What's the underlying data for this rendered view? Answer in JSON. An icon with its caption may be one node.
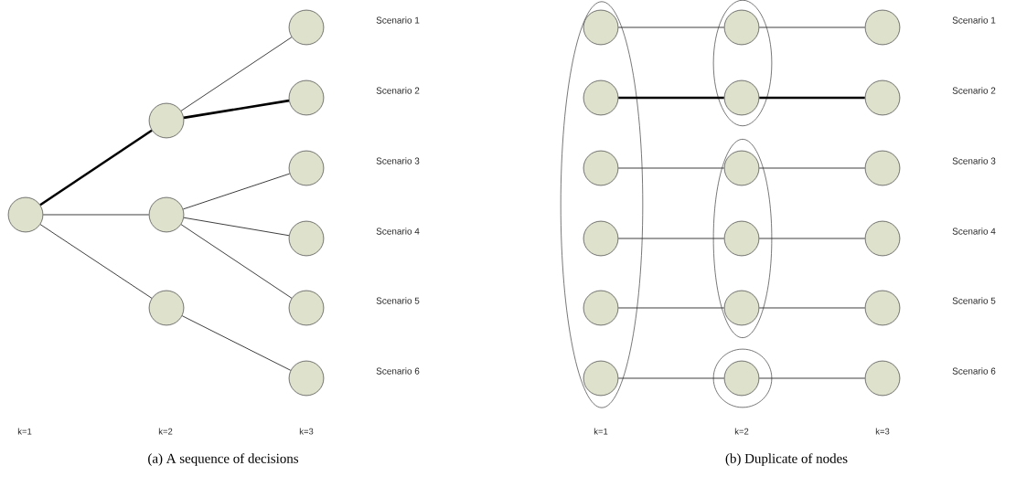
{
  "diagram": {
    "nodes": [
      {
        "text": [],
        "shape": "circle"
      },
      {
        "text": [],
        "shape": "circle"
      },
      {
        "text": [],
        "shape": "circle"
      },
      {
        "text": [],
        "shape": "circle"
      },
      {
        "text": [],
        "shape": "circle"
      },
      {
        "text": [],
        "shape": "circle"
      },
      {
        "text": [],
        "shape": "circle"
      },
      {
        "text": [],
        "shape": "circle"
      },
      {
        "text": [],
        "shape": "circle"
      },
      {
        "text": [],
        "shape": "circle"
      },
      {
        "text": [],
        "shape": "ellipse"
      },
      {
        "text": [],
        "shape": "circle",
        "in": 10
      },
      {
        "text": [],
        "shape": "circle",
        "in": 10
      },
      {
        "text": [],
        "shape": "circle",
        "in": 10
      },
      {
        "text": [],
        "shape": "circle",
        "in": 10
      },
      {
        "text": [],
        "shape": "circle",
        "in": 10
      },
      {
        "text": [],
        "shape": "circle",
        "in": 10
      },
      {
        "text": [],
        "shape": "ellipse"
      },
      {
        "text": [],
        "shape": "circle",
        "in": 17
      },
      {
        "text": [],
        "shape": "circle",
        "in": 17
      },
      {
        "text": [],
        "shape": "ellipse"
      },
      {
        "text": [],
        "shape": "circle",
        "in": 20
      },
      {
        "text": [],
        "shape": "circle",
        "in": 20
      },
      {
        "text": [],
        "shape": "circle",
        "in": 20
      },
      {
        "text": [],
        "shape": "circle"
      },
      {
        "text": [],
        "shape": "circle",
        "in": 24
      },
      {
        "text": [],
        "shape": "circle"
      },
      {
        "text": [],
        "shape": "circle"
      },
      {
        "text": [],
        "shape": "circle"
      },
      {
        "text": [],
        "shape": "circle"
      },
      {
        "text": [],
        "shape": "circle"
      },
      {
        "text": [],
        "shape": "circle"
      }
    ],
    "edges": [
      {
        "from": 0,
        "to": 1,
        "arrow": "none",
        "style": "thick"
      },
      {
        "from": 0,
        "to": 2,
        "arrow": "none"
      },
      {
        "from": 0,
        "to": 3,
        "arrow": "none"
      },
      {
        "from": 1,
        "to": 4,
        "arrow": "none"
      },
      {
        "from": 1,
        "to": 5,
        "arrow": "none",
        "style": "thick"
      },
      {
        "from": 2,
        "to": 6,
        "arrow": "none"
      },
      {
        "from": 2,
        "to": 7,
        "arrow": "none"
      },
      {
        "from": 2,
        "to": 8,
        "arrow": "none"
      },
      {
        "from": 3,
        "to": 9,
        "arrow": "none"
      },
      {
        "from": 11,
        "to": 18,
        "arrow": "none"
      },
      {
        "from": 12,
        "to": 19,
        "arrow": "none",
        "style": "thick"
      },
      {
        "from": 13,
        "to": 21,
        "arrow": "none"
      },
      {
        "from": 14,
        "to": 22,
        "arrow": "none"
      },
      {
        "from": 15,
        "to": 23,
        "arrow": "none"
      },
      {
        "from": 16,
        "to": 25,
        "arrow": "none"
      },
      {
        "from": 18,
        "to": 26,
        "arrow": "none"
      },
      {
        "from": 19,
        "to": 27,
        "arrow": "none",
        "style": "thick"
      },
      {
        "from": 21,
        "to": 28,
        "arrow": "none"
      },
      {
        "from": 22,
        "to": 29,
        "arrow": "none"
      },
      {
        "from": 23,
        "to": 30,
        "arrow": "none"
      },
      {
        "from": 25,
        "to": 31,
        "arrow": "none"
      }
    ],
    "labels": [
      "Scenario 1",
      "Scenario 2",
      "Scenario 3",
      "Scenario 4",
      "Scenario 5",
      "Scenario 6",
      "Scenario 1",
      "Scenario 2",
      "Scenario 3",
      "Scenario 4",
      "Scenario 5",
      "Scenario 6",
      "k=1",
      "k=2",
      "k=3",
      "k=1",
      "k=2",
      "k=3",
      "(a) A sequence of decisions",
      "(b) Duplicate of nodes"
    ]
  }
}
